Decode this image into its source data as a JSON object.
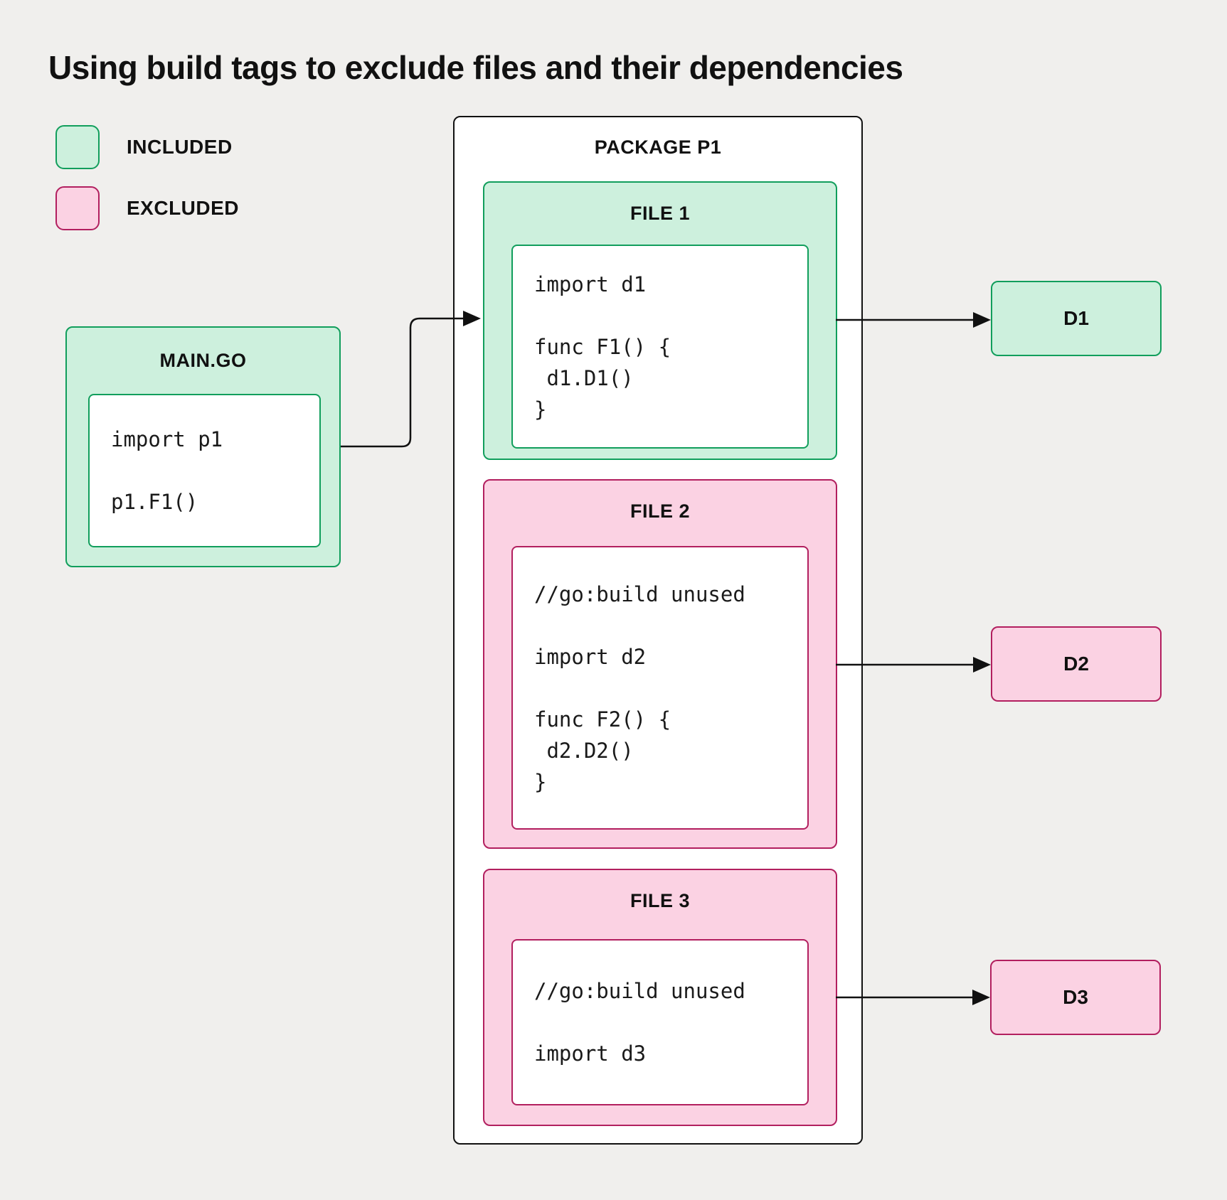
{
  "title": "Using build tags to exclude files and their dependencies",
  "legend": {
    "included_label": "INCLUDED",
    "excluded_label": "EXCLUDED",
    "included_status": "included",
    "excluded_status": "excluded"
  },
  "colors": {
    "background": "#f0efed",
    "included_fill": "#cdf0dd",
    "included_border": "#119e5c",
    "excluded_fill": "#fbd2e3",
    "excluded_border": "#b21f5f",
    "line": "#111111"
  },
  "main_go": {
    "label": "MAIN.GO",
    "status": "included",
    "code": "import p1\n\np1.F1()"
  },
  "package": {
    "label": "PACKAGE P1",
    "files": [
      {
        "label": "FILE 1",
        "status": "included",
        "code": "import d1\n\nfunc F1() {\n d1.D1()\n}"
      },
      {
        "label": "FILE 2",
        "status": "excluded",
        "code": "//go:build unused\n\nimport d2\n\nfunc F2() {\n d2.D2()\n}"
      },
      {
        "label": "FILE 3",
        "status": "excluded",
        "code": "//go:build unused\n\nimport d3"
      }
    ]
  },
  "dependencies": [
    {
      "label": "D1",
      "status": "included"
    },
    {
      "label": "D2",
      "status": "excluded"
    },
    {
      "label": "D3",
      "status": "excluded"
    }
  ]
}
